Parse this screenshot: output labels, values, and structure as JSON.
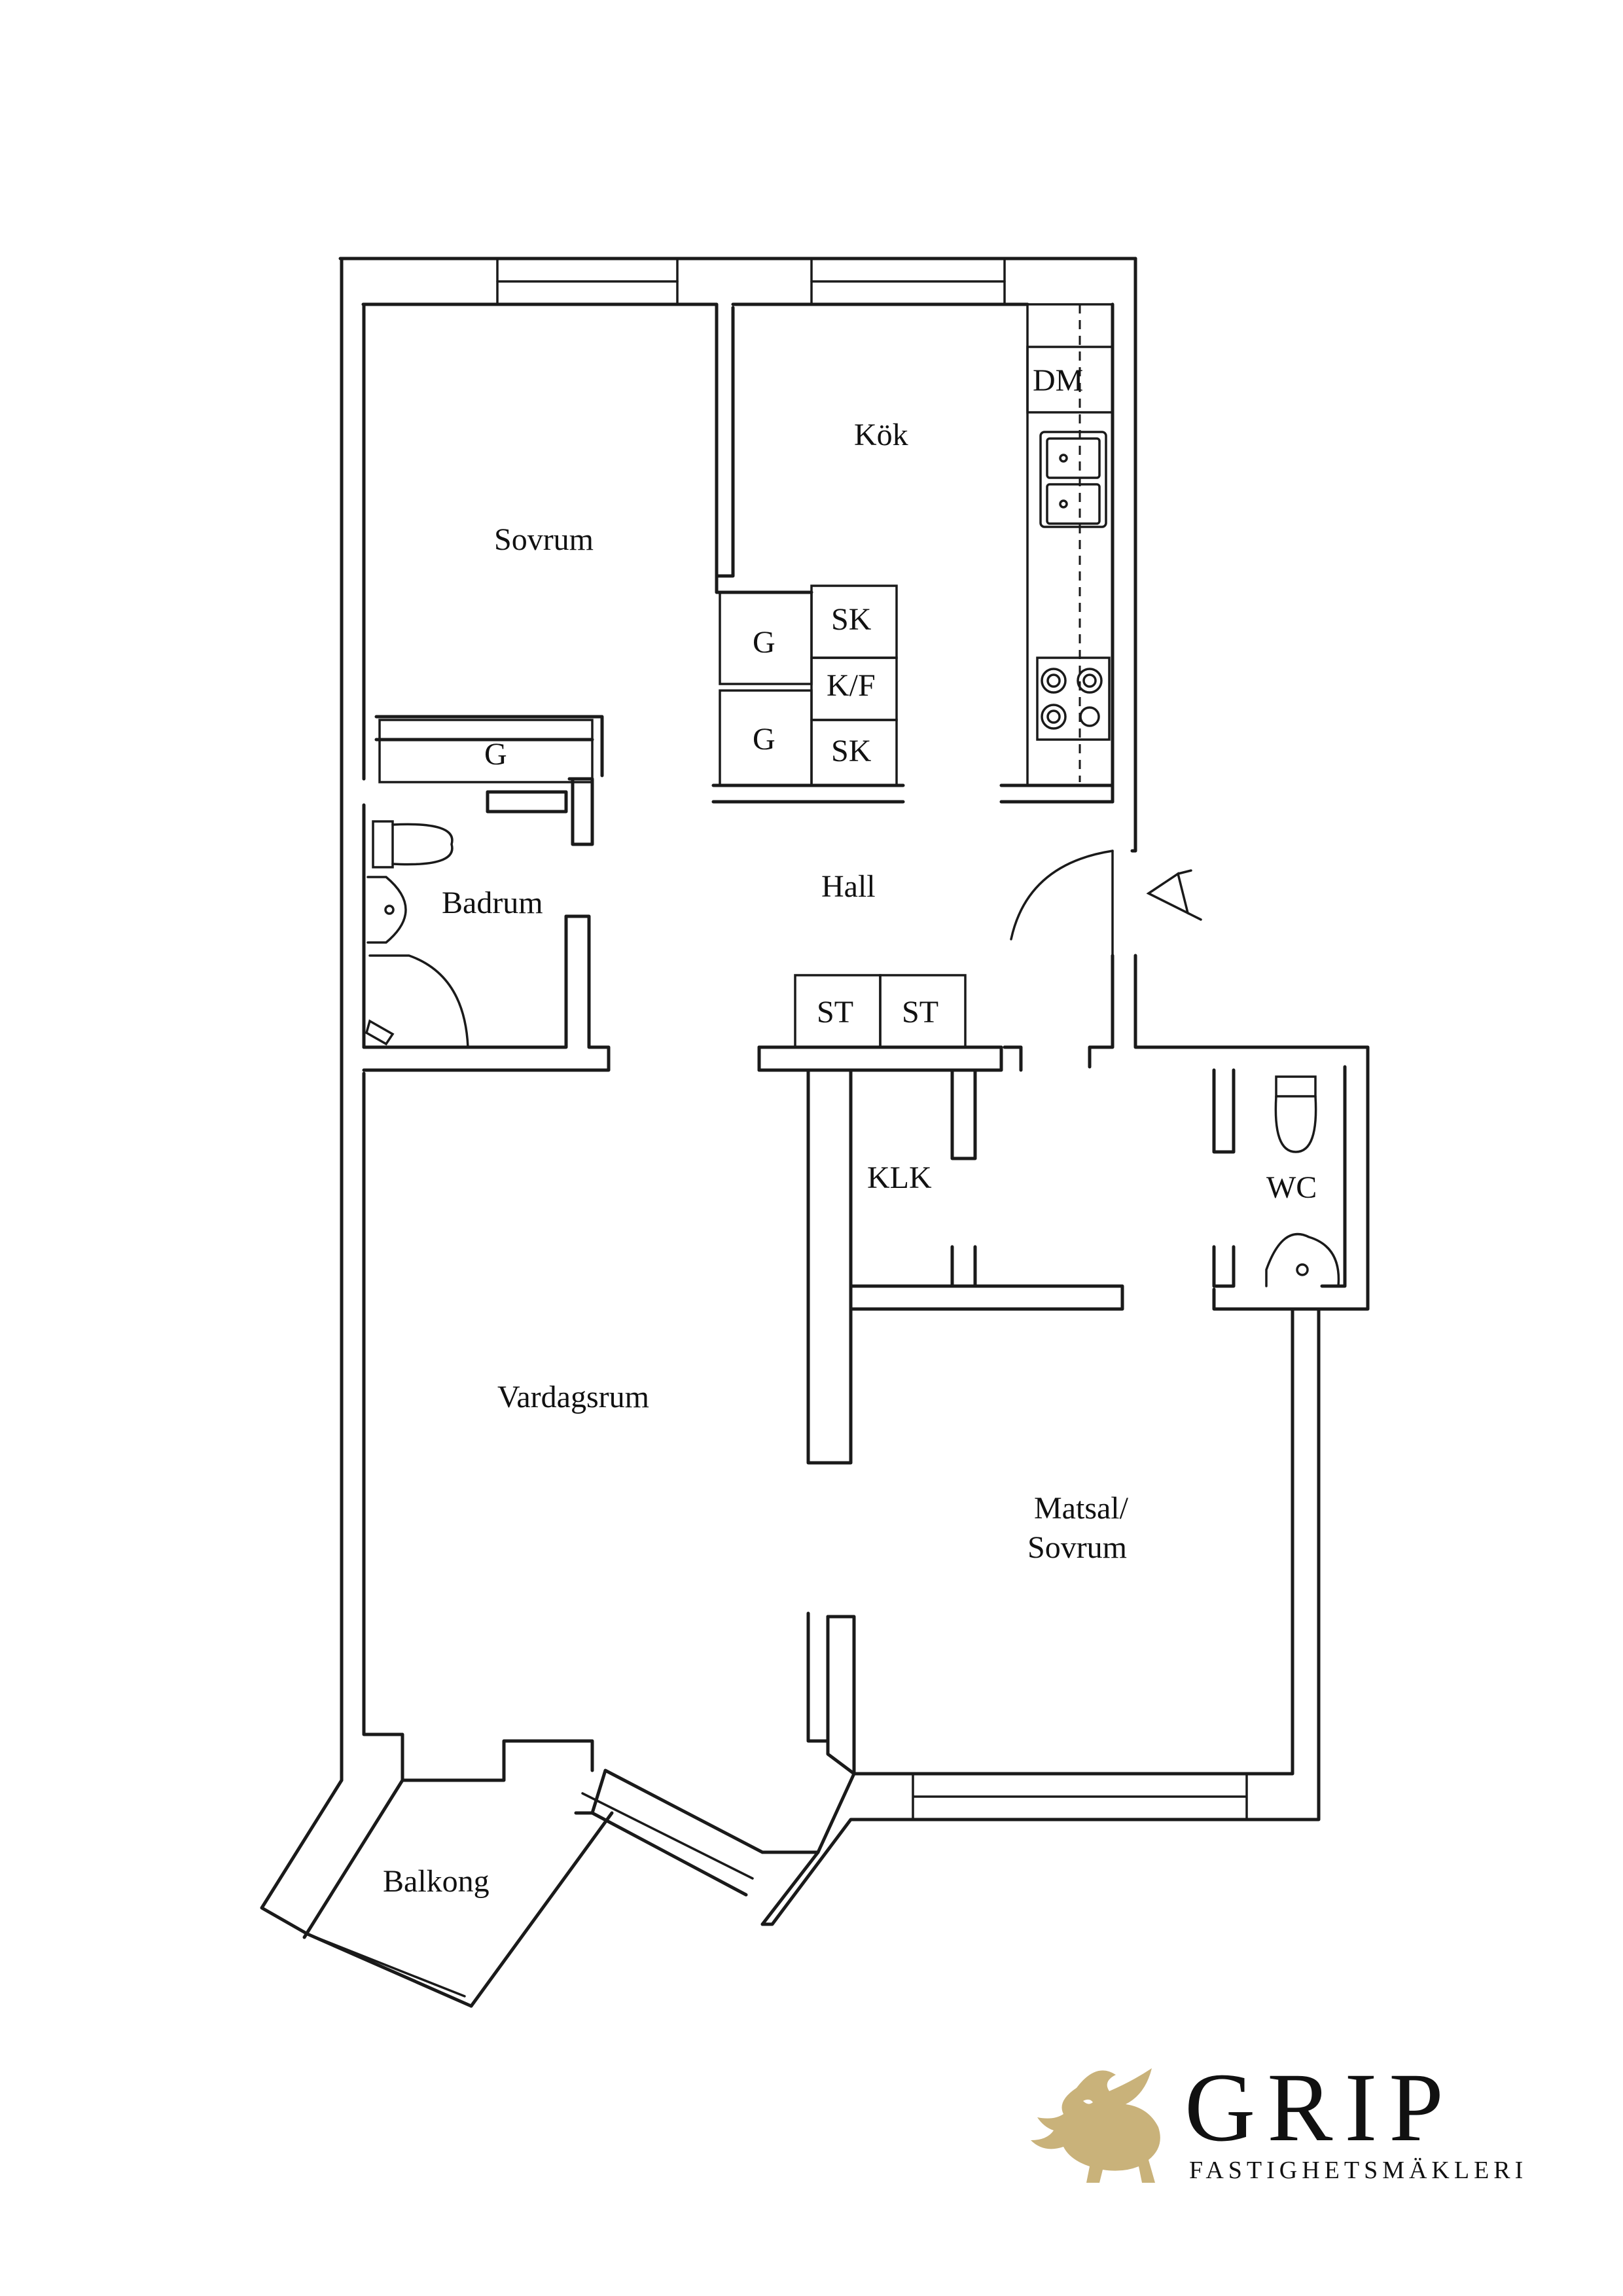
{
  "rooms": {
    "kok": "Kök",
    "sovrum": "Sovrum",
    "hall": "Hall",
    "badrum": "Badrum",
    "klk": "KLK",
    "wc": "WC",
    "vardagsrum": "Vardagsrum",
    "matsal_line1": "Matsal/",
    "matsal_line2": "Sovrum",
    "balkong": "Balkong"
  },
  "fixtures": {
    "dm": "DM",
    "sk_top": "SK",
    "kf": "K/F",
    "sk_bottom": "SK",
    "g_upper": "G",
    "g_lower": "G",
    "g_bedroom": "G",
    "st_left": "ST",
    "st_right": "ST"
  },
  "logo": {
    "name": "GRIP",
    "tagline": "FASTIGHETSMÄKLERI",
    "icon": "griffin-icon",
    "color": "#c9b27a"
  }
}
